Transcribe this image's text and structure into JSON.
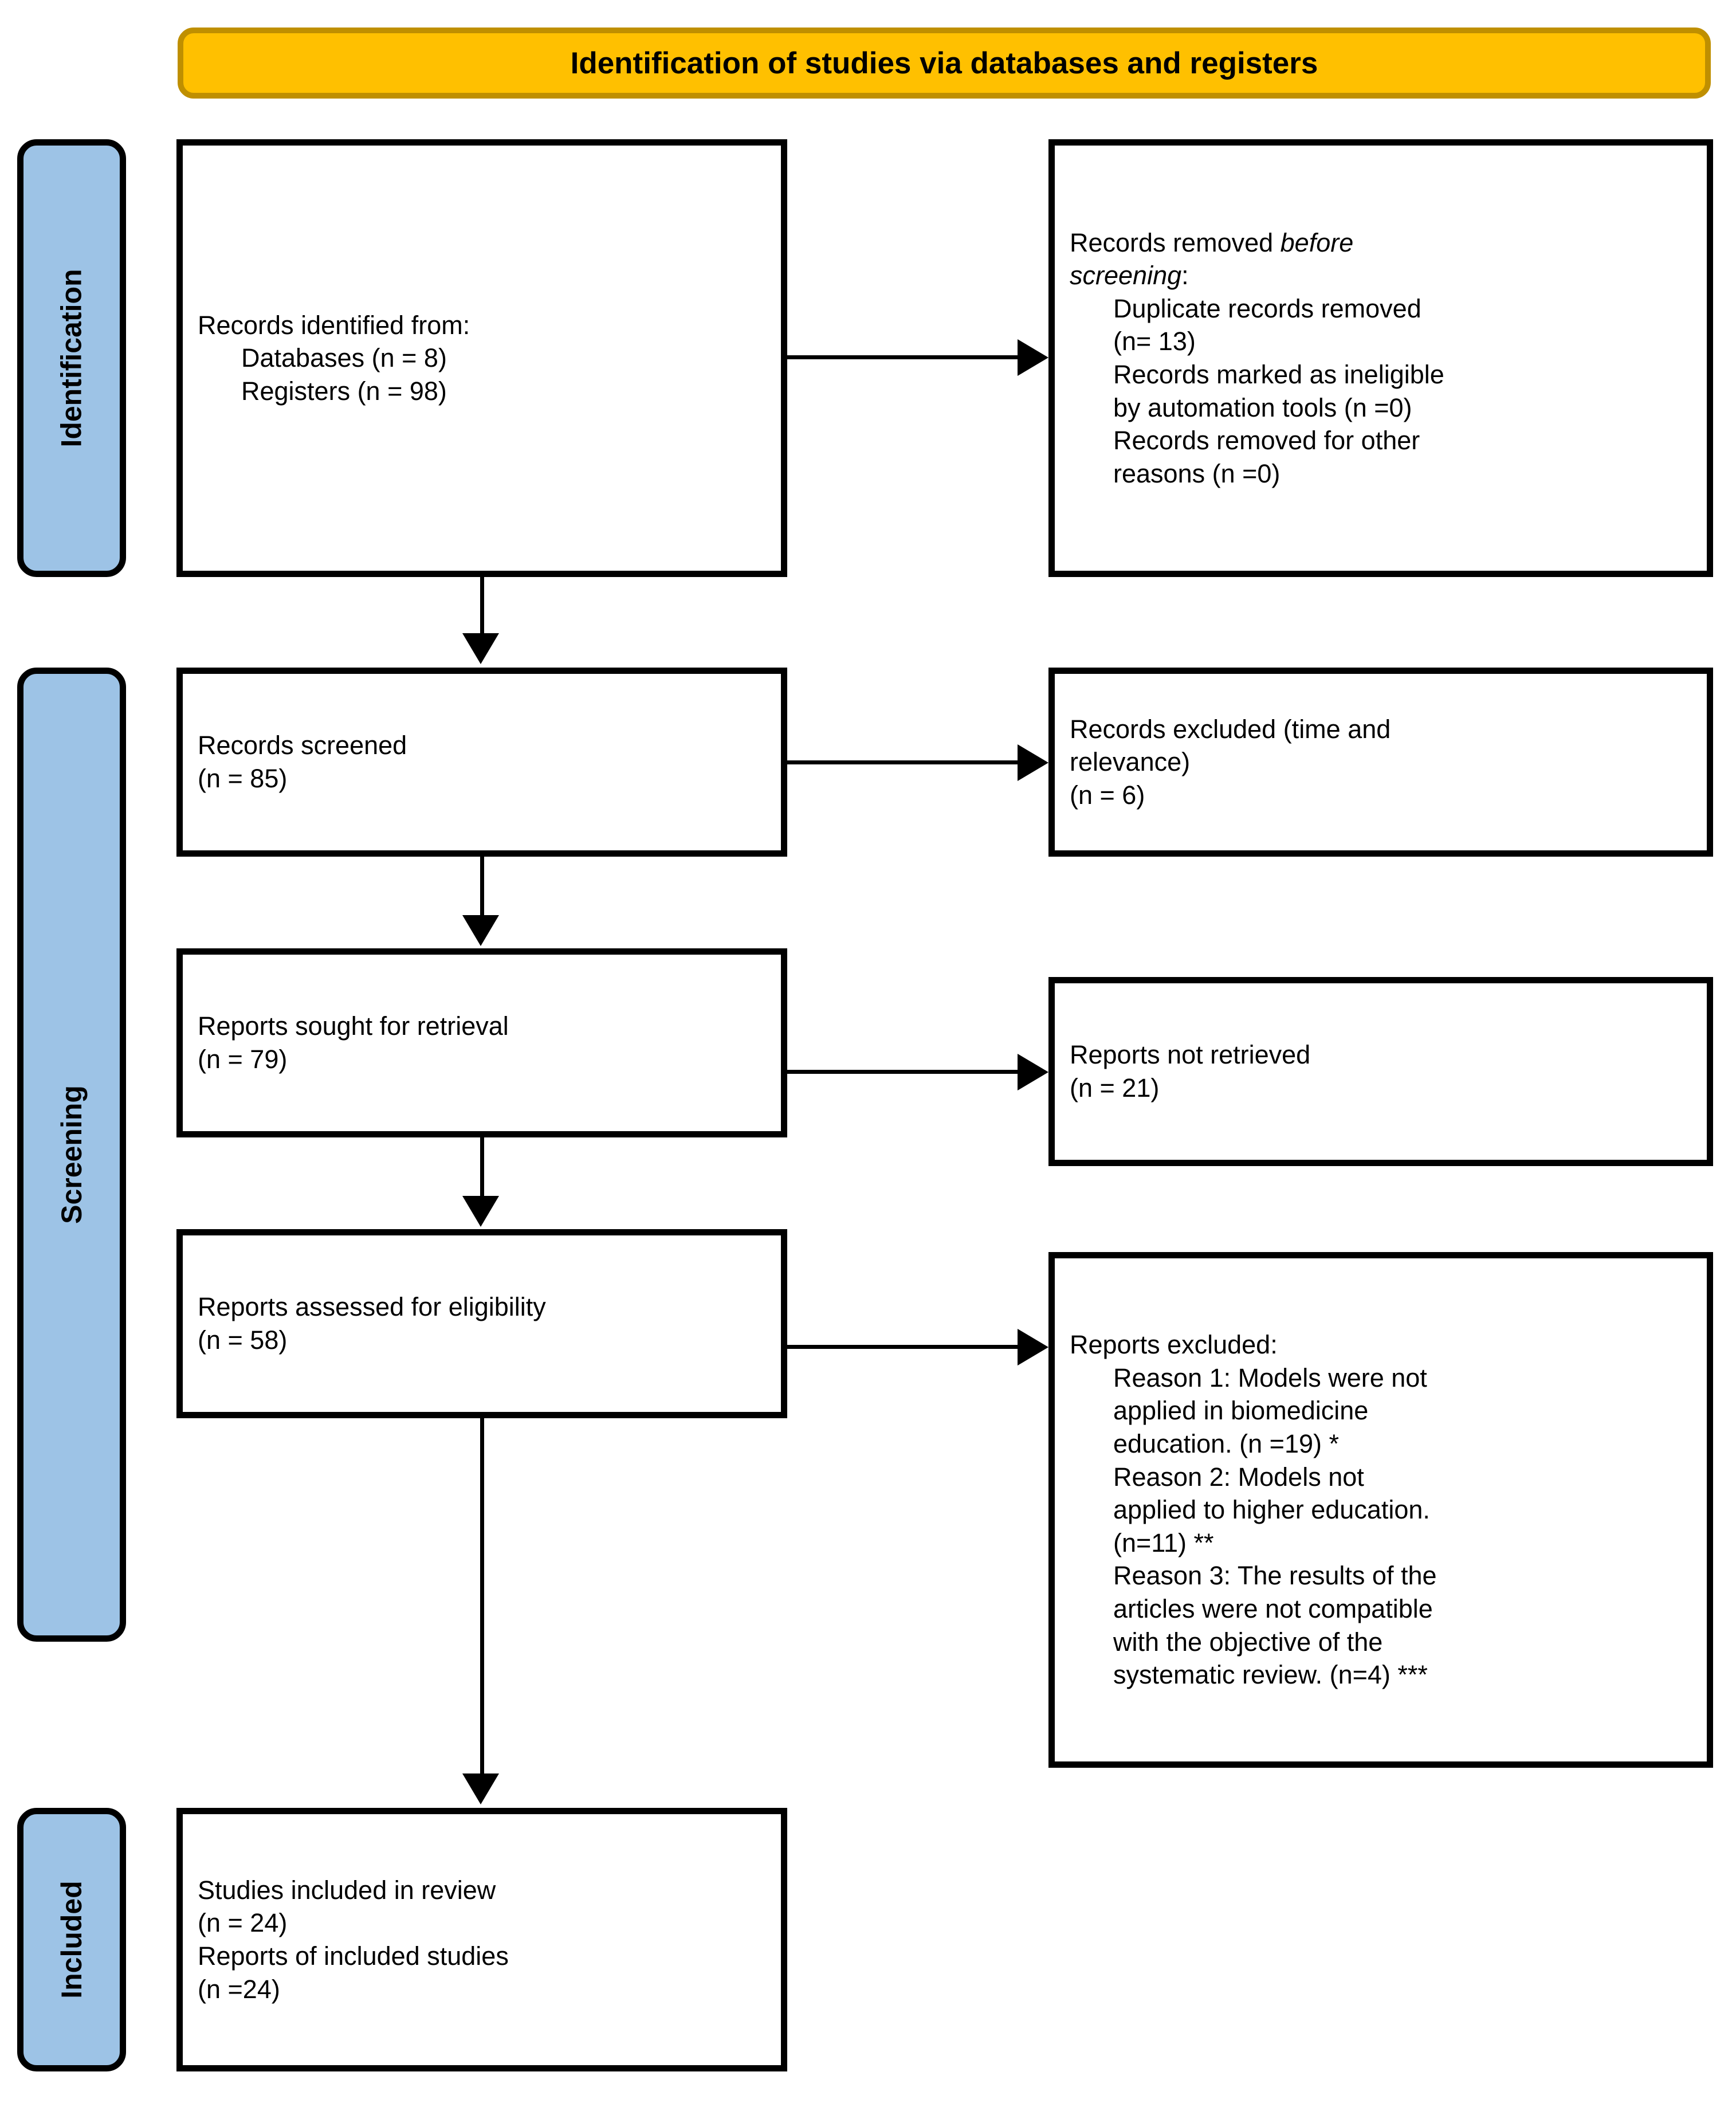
{
  "colors": {
    "banner_fill": "#FFC000",
    "banner_border": "#BF8F00",
    "stage_fill": "#9DC3E6",
    "box_border": "#000000",
    "text": "#000000"
  },
  "banner": {
    "title": "Identification of studies via databases and registers"
  },
  "stages": [
    {
      "id": "identification",
      "label": "Identification"
    },
    {
      "id": "screening",
      "label": "Screening"
    },
    {
      "id": "included",
      "label": "Included"
    }
  ],
  "boxes": {
    "identified": {
      "line1": "Records identified from:",
      "line2": "Databases (n = 8)",
      "line3": "Registers (n = 98)"
    },
    "removed_before": {
      "line1_a": "Records removed ",
      "line1_b": "before",
      "line2_a": "screening",
      "line2_b": ":",
      "line3": "Duplicate records removed",
      "line4": "(n= 13)",
      "line5": "Records marked as ineligible",
      "line6": "by automation tools (n =0)",
      "line7": "Records removed for other",
      "line8": "reasons (n =0)"
    },
    "screened": {
      "line1": "Records screened",
      "line2": "(n = 85)"
    },
    "excluded_time": {
      "line1": "Records excluded (time and",
      "line2": "relevance)",
      "line3": "(n = 6)"
    },
    "sought": {
      "line1": "Reports sought for retrieval",
      "line2": "(n = 79)"
    },
    "not_retrieved": {
      "line1": "Reports not retrieved",
      "line2": "(n = 21)"
    },
    "assessed": {
      "line1": "Reports assessed for eligibility",
      "line2": "(n = 58)"
    },
    "reports_excluded": {
      "line1": "Reports excluded:",
      "line2": "Reason 1: Models were not",
      "line3": "applied in biomedicine",
      "line4": "education. (n =19) *",
      "line5": "Reason 2: Models not",
      "line6": "applied to higher education.",
      "line7": "(n=11) **",
      "line8": "Reason 3: The results of the",
      "line9": "articles were not compatible",
      "line10": "with the objective of the",
      "line11": "systematic review. (n=4) ***"
    },
    "included": {
      "line1": "Studies included in review",
      "line2": "(n = 24)",
      "line3": "Reports of included studies",
      "line4": "(n =24)"
    }
  },
  "chart_data": {
    "type": "diagram",
    "title": "Identification of studies via databases and registers",
    "flow": [
      {
        "stage": "Identification",
        "node": "Records identified from: Databases (n = 8); Registers (n = 98)",
        "n_databases": 8,
        "n_registers": 98
      },
      {
        "stage": "Identification",
        "node": "Records removed before screening",
        "n_duplicates": 13,
        "n_ineligible_automation": 0,
        "n_other_reasons": 0
      },
      {
        "stage": "Screening",
        "node": "Records screened",
        "n": 85
      },
      {
        "stage": "Screening",
        "node": "Records excluded (time and relevance)",
        "n": 6
      },
      {
        "stage": "Screening",
        "node": "Reports sought for retrieval",
        "n": 79
      },
      {
        "stage": "Screening",
        "node": "Reports not retrieved",
        "n": 21
      },
      {
        "stage": "Screening",
        "node": "Reports assessed for eligibility",
        "n": 58
      },
      {
        "stage": "Screening",
        "node": "Reports excluded",
        "reason_1_n": 19,
        "reason_2_n": 11,
        "reason_3_n": 4
      },
      {
        "stage": "Included",
        "node": "Studies included in review",
        "n": 24,
        "n_reports": 24
      }
    ]
  }
}
